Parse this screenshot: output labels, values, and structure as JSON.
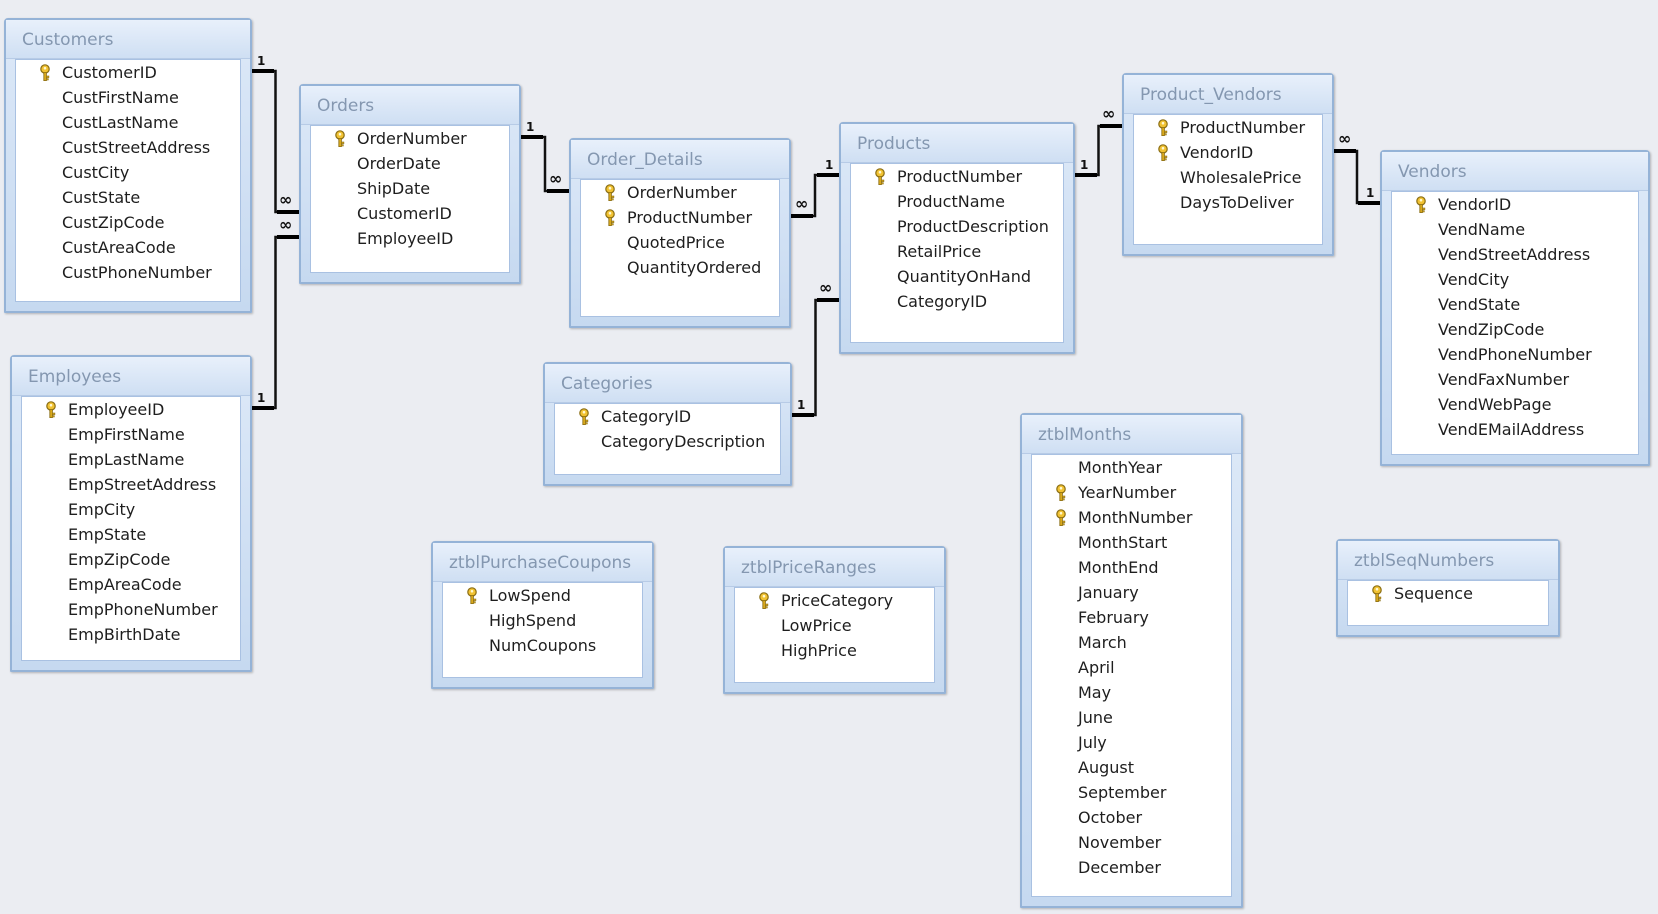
{
  "tables": [
    {
      "id": "customers",
      "title": "Customers",
      "fields": [
        {
          "name": "CustomerID",
          "key": true
        },
        {
          "name": "CustFirstName",
          "key": false
        },
        {
          "name": "CustLastName",
          "key": false
        },
        {
          "name": "CustStreetAddress",
          "key": false
        },
        {
          "name": "CustCity",
          "key": false
        },
        {
          "name": "CustState",
          "key": false
        },
        {
          "name": "CustZipCode",
          "key": false
        },
        {
          "name": "CustAreaCode",
          "key": false
        },
        {
          "name": "CustPhoneNumber",
          "key": false
        }
      ]
    },
    {
      "id": "orders",
      "title": "Orders",
      "fields": [
        {
          "name": "OrderNumber",
          "key": true
        },
        {
          "name": "OrderDate",
          "key": false
        },
        {
          "name": "ShipDate",
          "key": false
        },
        {
          "name": "CustomerID",
          "key": false
        },
        {
          "name": "EmployeeID",
          "key": false
        }
      ]
    },
    {
      "id": "order-details",
      "title": "Order_Details",
      "fields": [
        {
          "name": "OrderNumber",
          "key": true
        },
        {
          "name": "ProductNumber",
          "key": true
        },
        {
          "name": "QuotedPrice",
          "key": false
        },
        {
          "name": "QuantityOrdered",
          "key": false
        }
      ]
    },
    {
      "id": "products",
      "title": "Products",
      "fields": [
        {
          "name": "ProductNumber",
          "key": true
        },
        {
          "name": "ProductName",
          "key": false
        },
        {
          "name": "ProductDescription",
          "key": false
        },
        {
          "name": "RetailPrice",
          "key": false
        },
        {
          "name": "QuantityOnHand",
          "key": false
        },
        {
          "name": "CategoryID",
          "key": false
        }
      ]
    },
    {
      "id": "product-vendors",
      "title": "Product_Vendors",
      "fields": [
        {
          "name": "ProductNumber",
          "key": true
        },
        {
          "name": "VendorID",
          "key": true
        },
        {
          "name": "WholesalePrice",
          "key": false
        },
        {
          "name": "DaysToDeliver",
          "key": false
        }
      ]
    },
    {
      "id": "vendors",
      "title": "Vendors",
      "fields": [
        {
          "name": "VendorID",
          "key": true
        },
        {
          "name": "VendName",
          "key": false
        },
        {
          "name": "VendStreetAddress",
          "key": false
        },
        {
          "name": "VendCity",
          "key": false
        },
        {
          "name": "VendState",
          "key": false
        },
        {
          "name": "VendZipCode",
          "key": false
        },
        {
          "name": "VendPhoneNumber",
          "key": false
        },
        {
          "name": "VendFaxNumber",
          "key": false
        },
        {
          "name": "VendWebPage",
          "key": false
        },
        {
          "name": "VendEMailAddress",
          "key": false
        }
      ]
    },
    {
      "id": "employees",
      "title": "Employees",
      "fields": [
        {
          "name": "EmployeeID",
          "key": true
        },
        {
          "name": "EmpFirstName",
          "key": false
        },
        {
          "name": "EmpLastName",
          "key": false
        },
        {
          "name": "EmpStreetAddress",
          "key": false
        },
        {
          "name": "EmpCity",
          "key": false
        },
        {
          "name": "EmpState",
          "key": false
        },
        {
          "name": "EmpZipCode",
          "key": false
        },
        {
          "name": "EmpAreaCode",
          "key": false
        },
        {
          "name": "EmpPhoneNumber",
          "key": false
        },
        {
          "name": "EmpBirthDate",
          "key": false
        }
      ]
    },
    {
      "id": "categories",
      "title": "Categories",
      "fields": [
        {
          "name": "CategoryID",
          "key": true
        },
        {
          "name": "CategoryDescription",
          "key": false
        }
      ]
    },
    {
      "id": "ztbl-months",
      "title": "ztblMonths",
      "fields": [
        {
          "name": "MonthYear",
          "key": false
        },
        {
          "name": "YearNumber",
          "key": true
        },
        {
          "name": "MonthNumber",
          "key": true
        },
        {
          "name": "MonthStart",
          "key": false
        },
        {
          "name": "MonthEnd",
          "key": false
        },
        {
          "name": "January",
          "key": false
        },
        {
          "name": "February",
          "key": false
        },
        {
          "name": "March",
          "key": false
        },
        {
          "name": "April",
          "key": false
        },
        {
          "name": "May",
          "key": false
        },
        {
          "name": "June",
          "key": false
        },
        {
          "name": "July",
          "key": false
        },
        {
          "name": "August",
          "key": false
        },
        {
          "name": "September",
          "key": false
        },
        {
          "name": "October",
          "key": false
        },
        {
          "name": "November",
          "key": false
        },
        {
          "name": "December",
          "key": false
        }
      ]
    },
    {
      "id": "ztbl-purchase-coupons",
      "title": "ztblPurchaseCoupons",
      "fields": [
        {
          "name": "LowSpend",
          "key": true
        },
        {
          "name": "HighSpend",
          "key": false
        },
        {
          "name": "NumCoupons",
          "key": false
        }
      ]
    },
    {
      "id": "ztbl-price-ranges",
      "title": "ztblPriceRanges",
      "fields": [
        {
          "name": "PriceCategory",
          "key": true
        },
        {
          "name": "LowPrice",
          "key": false
        },
        {
          "name": "HighPrice",
          "key": false
        }
      ]
    },
    {
      "id": "ztbl-seq-numbers",
      "title": "ztblSeqNumbers",
      "fields": [
        {
          "name": "Sequence",
          "key": true
        }
      ]
    }
  ],
  "relationships": [
    {
      "from": "customers",
      "from_field": "CustomerID",
      "from_card": "1",
      "to": "orders",
      "to_field": "CustomerID",
      "to_card": "∞"
    },
    {
      "from": "employees",
      "from_field": "EmployeeID",
      "from_card": "1",
      "to": "orders",
      "to_field": "EmployeeID",
      "to_card": "∞"
    },
    {
      "from": "orders",
      "from_field": "OrderNumber",
      "from_card": "1",
      "to": "order-details",
      "to_field": "OrderNumber",
      "to_card": "∞"
    },
    {
      "from": "products",
      "from_field": "ProductNumber",
      "from_card": "1",
      "to": "order-details",
      "to_field": "ProductNumber",
      "to_card": "∞"
    },
    {
      "from": "categories",
      "from_field": "CategoryID",
      "from_card": "1",
      "to": "products",
      "to_field": "CategoryID",
      "to_card": "∞"
    },
    {
      "from": "products",
      "from_field": "ProductNumber",
      "from_card": "1",
      "to": "product-vendors",
      "to_field": "ProductNumber",
      "to_card": "∞"
    },
    {
      "from": "vendors",
      "from_field": "VendorID",
      "from_card": "1",
      "to": "product-vendors",
      "to_field": "VendorID",
      "to_card": "∞"
    }
  ]
}
